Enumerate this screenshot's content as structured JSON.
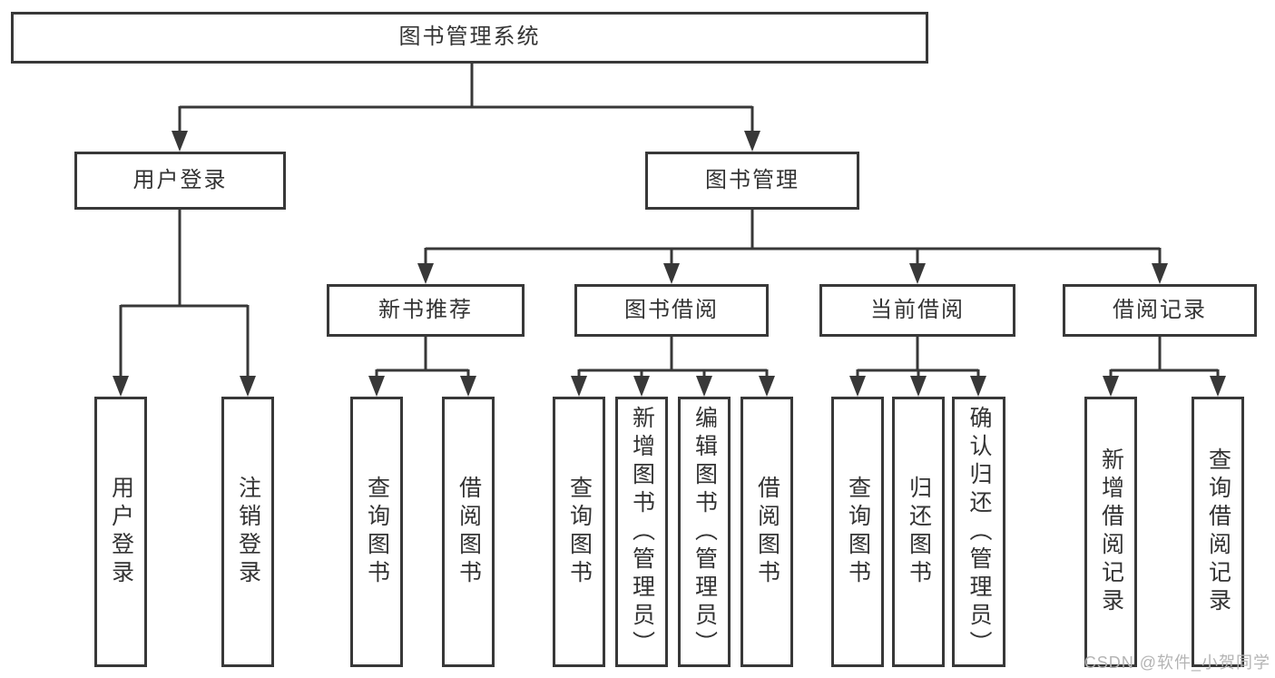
{
  "diagram": {
    "root": "图书管理系统",
    "user_login_branch": {
      "label": "用户登录",
      "children": [
        "用户登录",
        "注销登录"
      ]
    },
    "book_mgmt_branch": {
      "label": "图书管理",
      "sections": [
        {
          "label": "新书推荐",
          "children": [
            "查询图书",
            "借阅图书"
          ]
        },
        {
          "label": "图书借阅",
          "children": [
            "查询图书",
            "新增图书（管理员）",
            "编辑图书（管理员）",
            "借阅图书"
          ]
        },
        {
          "label": "当前借阅",
          "children": [
            "查询图书",
            "归还图书",
            "确认归还（管理员）"
          ]
        },
        {
          "label": "借阅记录",
          "children": [
            "新增借阅记录",
            "查询借阅记录"
          ]
        }
      ]
    }
  },
  "watermark": "CSDN @软件_小贺同学",
  "colors": {
    "line": "#383838",
    "text": "#333333",
    "watermark": "#b4b4b4",
    "background": "#ffffff"
  }
}
